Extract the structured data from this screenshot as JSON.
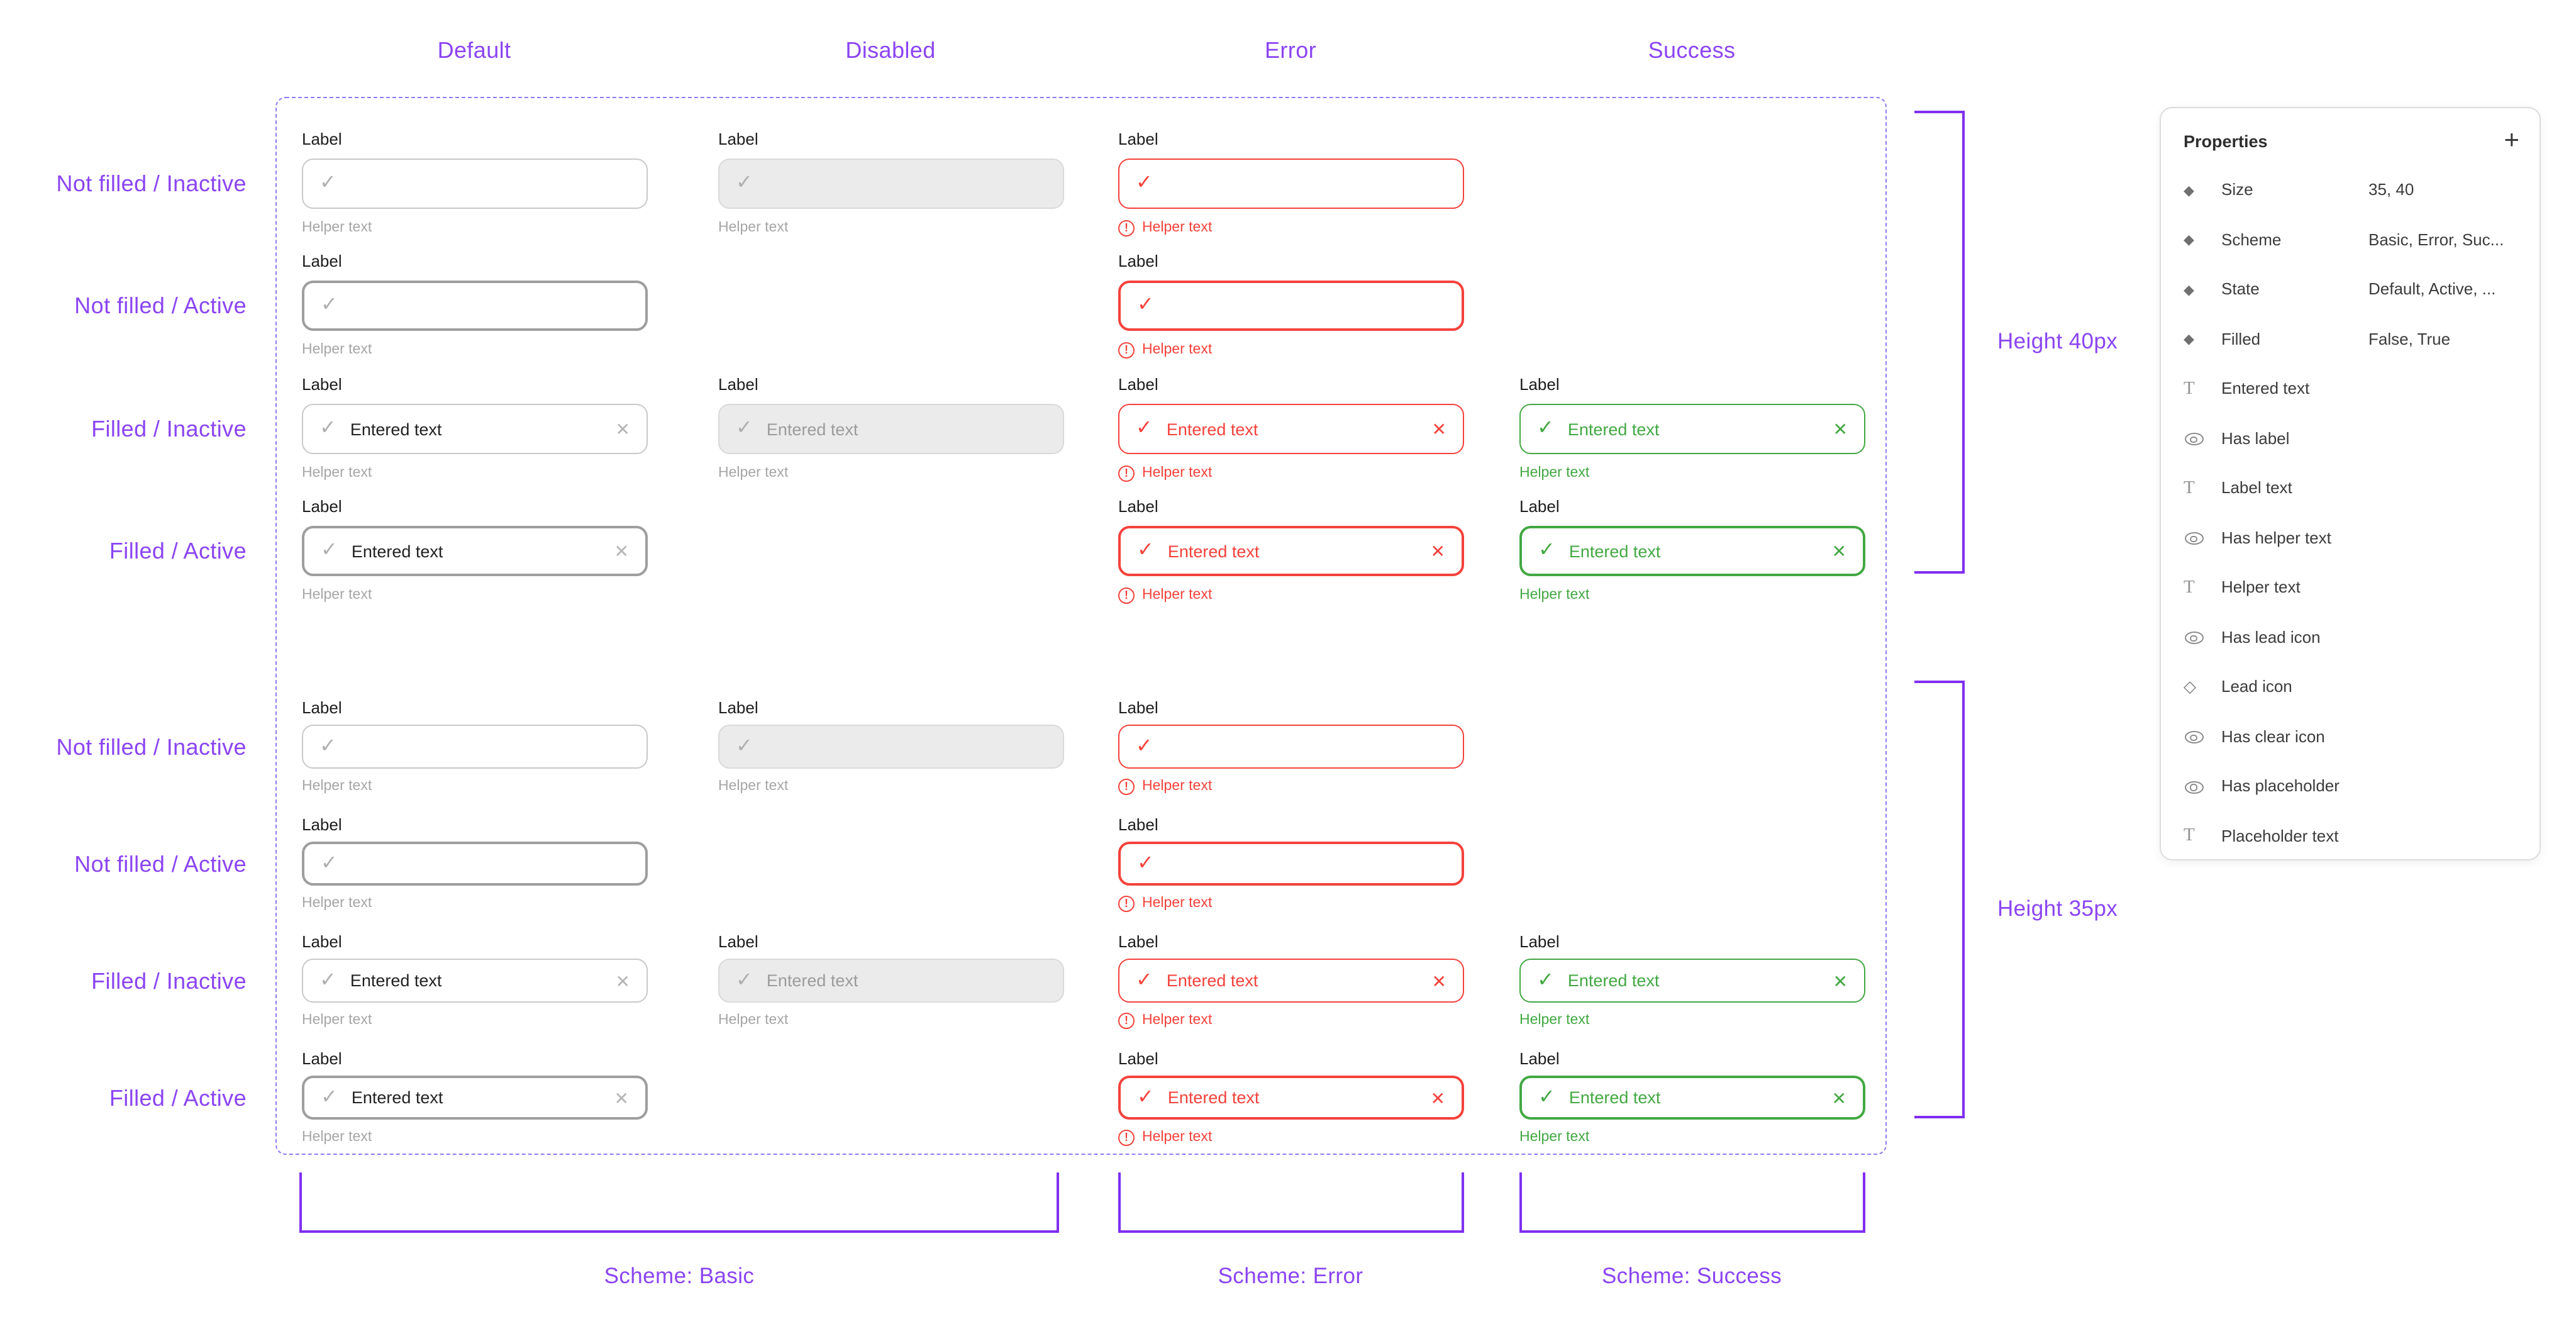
{
  "strings": {
    "label": "Label",
    "entered_text": "Entered text",
    "helper_text": "Helper text"
  },
  "column_headers": [
    "Default",
    "Disabled",
    "Error",
    "Success"
  ],
  "row_labels": [
    "Not filled / Inactive",
    "Not filled / Active",
    "Filled / Inactive",
    "Filled / Active",
    "Not filled / Inactive",
    "Not filled / Active",
    "Filled / Inactive",
    "Filled / Active"
  ],
  "annotations": {
    "height_top": "Height 40px",
    "height_bottom": "Height 35px",
    "scheme_basic": "Scheme: Basic",
    "scheme_error": "Scheme: Error",
    "scheme_success": "Scheme: Success"
  },
  "properties_panel": {
    "title": "Properties",
    "add_button": "+",
    "rows": [
      {
        "icon": "diamond-filled",
        "label": "Size",
        "value": "35, 40"
      },
      {
        "icon": "diamond-filled",
        "label": "Scheme",
        "value": "Basic, Error, Suc..."
      },
      {
        "icon": "diamond-filled",
        "label": "State",
        "value": "Default, Active, ..."
      },
      {
        "icon": "diamond-filled",
        "label": "Filled",
        "value": "False, True"
      },
      {
        "icon": "text",
        "label": "Entered text",
        "value": ""
      },
      {
        "icon": "eye",
        "label": "Has label",
        "value": ""
      },
      {
        "icon": "text",
        "label": "Label text",
        "value": ""
      },
      {
        "icon": "eye",
        "label": "Has helper text",
        "value": ""
      },
      {
        "icon": "text",
        "label": "Helper text",
        "value": ""
      },
      {
        "icon": "eye",
        "label": "Has lead icon",
        "value": ""
      },
      {
        "icon": "diamond-outline",
        "label": "Lead icon",
        "value": ""
      },
      {
        "icon": "eye",
        "label": "Has clear icon",
        "value": ""
      },
      {
        "icon": "eye",
        "label": "Has placeholder",
        "value": ""
      },
      {
        "icon": "text",
        "label": "Placeholder text",
        "value": ""
      }
    ]
  },
  "grid": {
    "blocks": [
      {
        "size": "40",
        "rows": [
          {
            "cells": [
              {
                "col": 0,
                "variant": "basic-inactive-empty"
              },
              {
                "col": 1,
                "variant": "disabled-inactive-empty"
              },
              {
                "col": 2,
                "variant": "error-inactive-empty"
              }
            ]
          },
          {
            "cells": [
              {
                "col": 0,
                "variant": "basic-active-empty"
              },
              {
                "col": 2,
                "variant": "error-active-empty"
              }
            ]
          },
          {
            "cells": [
              {
                "col": 0,
                "variant": "basic-inactive-filled"
              },
              {
                "col": 1,
                "variant": "disabled-inactive-filled"
              },
              {
                "col": 2,
                "variant": "error-inactive-filled"
              },
              {
                "col": 3,
                "variant": "success-inactive-filled"
              }
            ]
          },
          {
            "cells": [
              {
                "col": 0,
                "variant": "basic-active-filled"
              },
              {
                "col": 2,
                "variant": "error-active-filled"
              },
              {
                "col": 3,
                "variant": "success-active-filled"
              }
            ]
          }
        ]
      },
      {
        "size": "35",
        "rows": [
          {
            "cells": [
              {
                "col": 0,
                "variant": "basic-inactive-empty"
              },
              {
                "col": 1,
                "variant": "disabled-inactive-empty"
              },
              {
                "col": 2,
                "variant": "error-inactive-empty"
              }
            ]
          },
          {
            "cells": [
              {
                "col": 0,
                "variant": "basic-active-empty"
              },
              {
                "col": 2,
                "variant": "error-active-empty"
              }
            ]
          },
          {
            "cells": [
              {
                "col": 0,
                "variant": "basic-inactive-filled"
              },
              {
                "col": 1,
                "variant": "disabled-inactive-filled"
              },
              {
                "col": 2,
                "variant": "error-inactive-filled"
              },
              {
                "col": 3,
                "variant": "success-inactive-filled"
              }
            ]
          },
          {
            "cells": [
              {
                "col": 0,
                "variant": "basic-active-filled"
              },
              {
                "col": 2,
                "variant": "error-active-filled"
              },
              {
                "col": 3,
                "variant": "success-active-filled"
              }
            ]
          }
        ]
      }
    ]
  },
  "colors": {
    "annotation_purple": "#8B45F2",
    "bracket_purple": "#7F2FF0",
    "dashed_border": "#8E7BF5",
    "error_red": "#F4423C",
    "success_green": "#43A843",
    "border_inactive": "#C9C9C9",
    "border_active": "#9E9E9E",
    "disabled_bg": "#EBEBEB"
  }
}
